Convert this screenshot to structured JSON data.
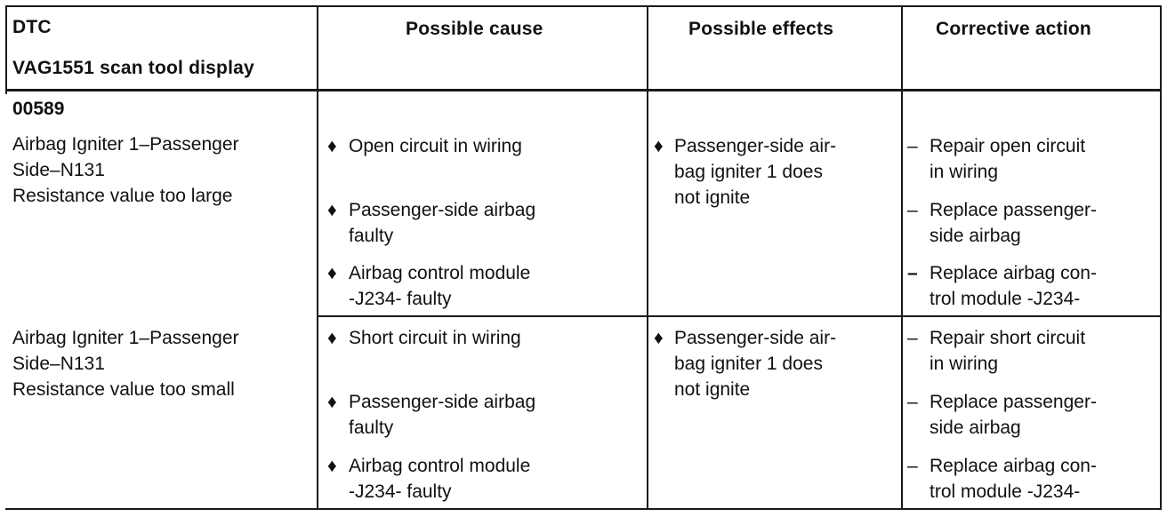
{
  "header": {
    "dtc_line1": "DTC",
    "dtc_line2": "VAG1551 scan tool display",
    "cause": "Possible cause",
    "effects": "Possible effects",
    "action": "Corrective action"
  },
  "dtc_code": "00589",
  "icons": {
    "bullet": "diamond-bullet-icon",
    "dash": "dash-icon"
  },
  "rows": [
    {
      "dtc_text": "Airbag Igniter 1–Passenger\nSide–N131\nResistance value too large",
      "causes": [
        "Open circuit in wiring",
        "Passenger-side airbag\nfaulty",
        "Airbag control module\n-J234- faulty"
      ],
      "effects": [
        "Passenger-side air-\nbag igniter 1 does\nnot ignite"
      ],
      "actions": [
        "Repair open circuit\nin wiring",
        "Replace passenger-\nside airbag",
        "Replace airbag con-\ntrol module -J234-"
      ]
    },
    {
      "dtc_text": "Airbag Igniter 1–Passenger\nSide–N131\nResistance value too small",
      "causes": [
        "Short circuit in wiring",
        "Passenger-side airbag\nfaulty",
        "Airbag control module\n-J234- faulty"
      ],
      "effects": [
        "Passenger-side air-\nbag igniter 1 does\nnot ignite"
      ],
      "actions": [
        "Repair short circuit\nin wiring",
        "Replace passenger-\nside airbag",
        "Replace airbag con-\ntrol module -J234-"
      ]
    }
  ]
}
